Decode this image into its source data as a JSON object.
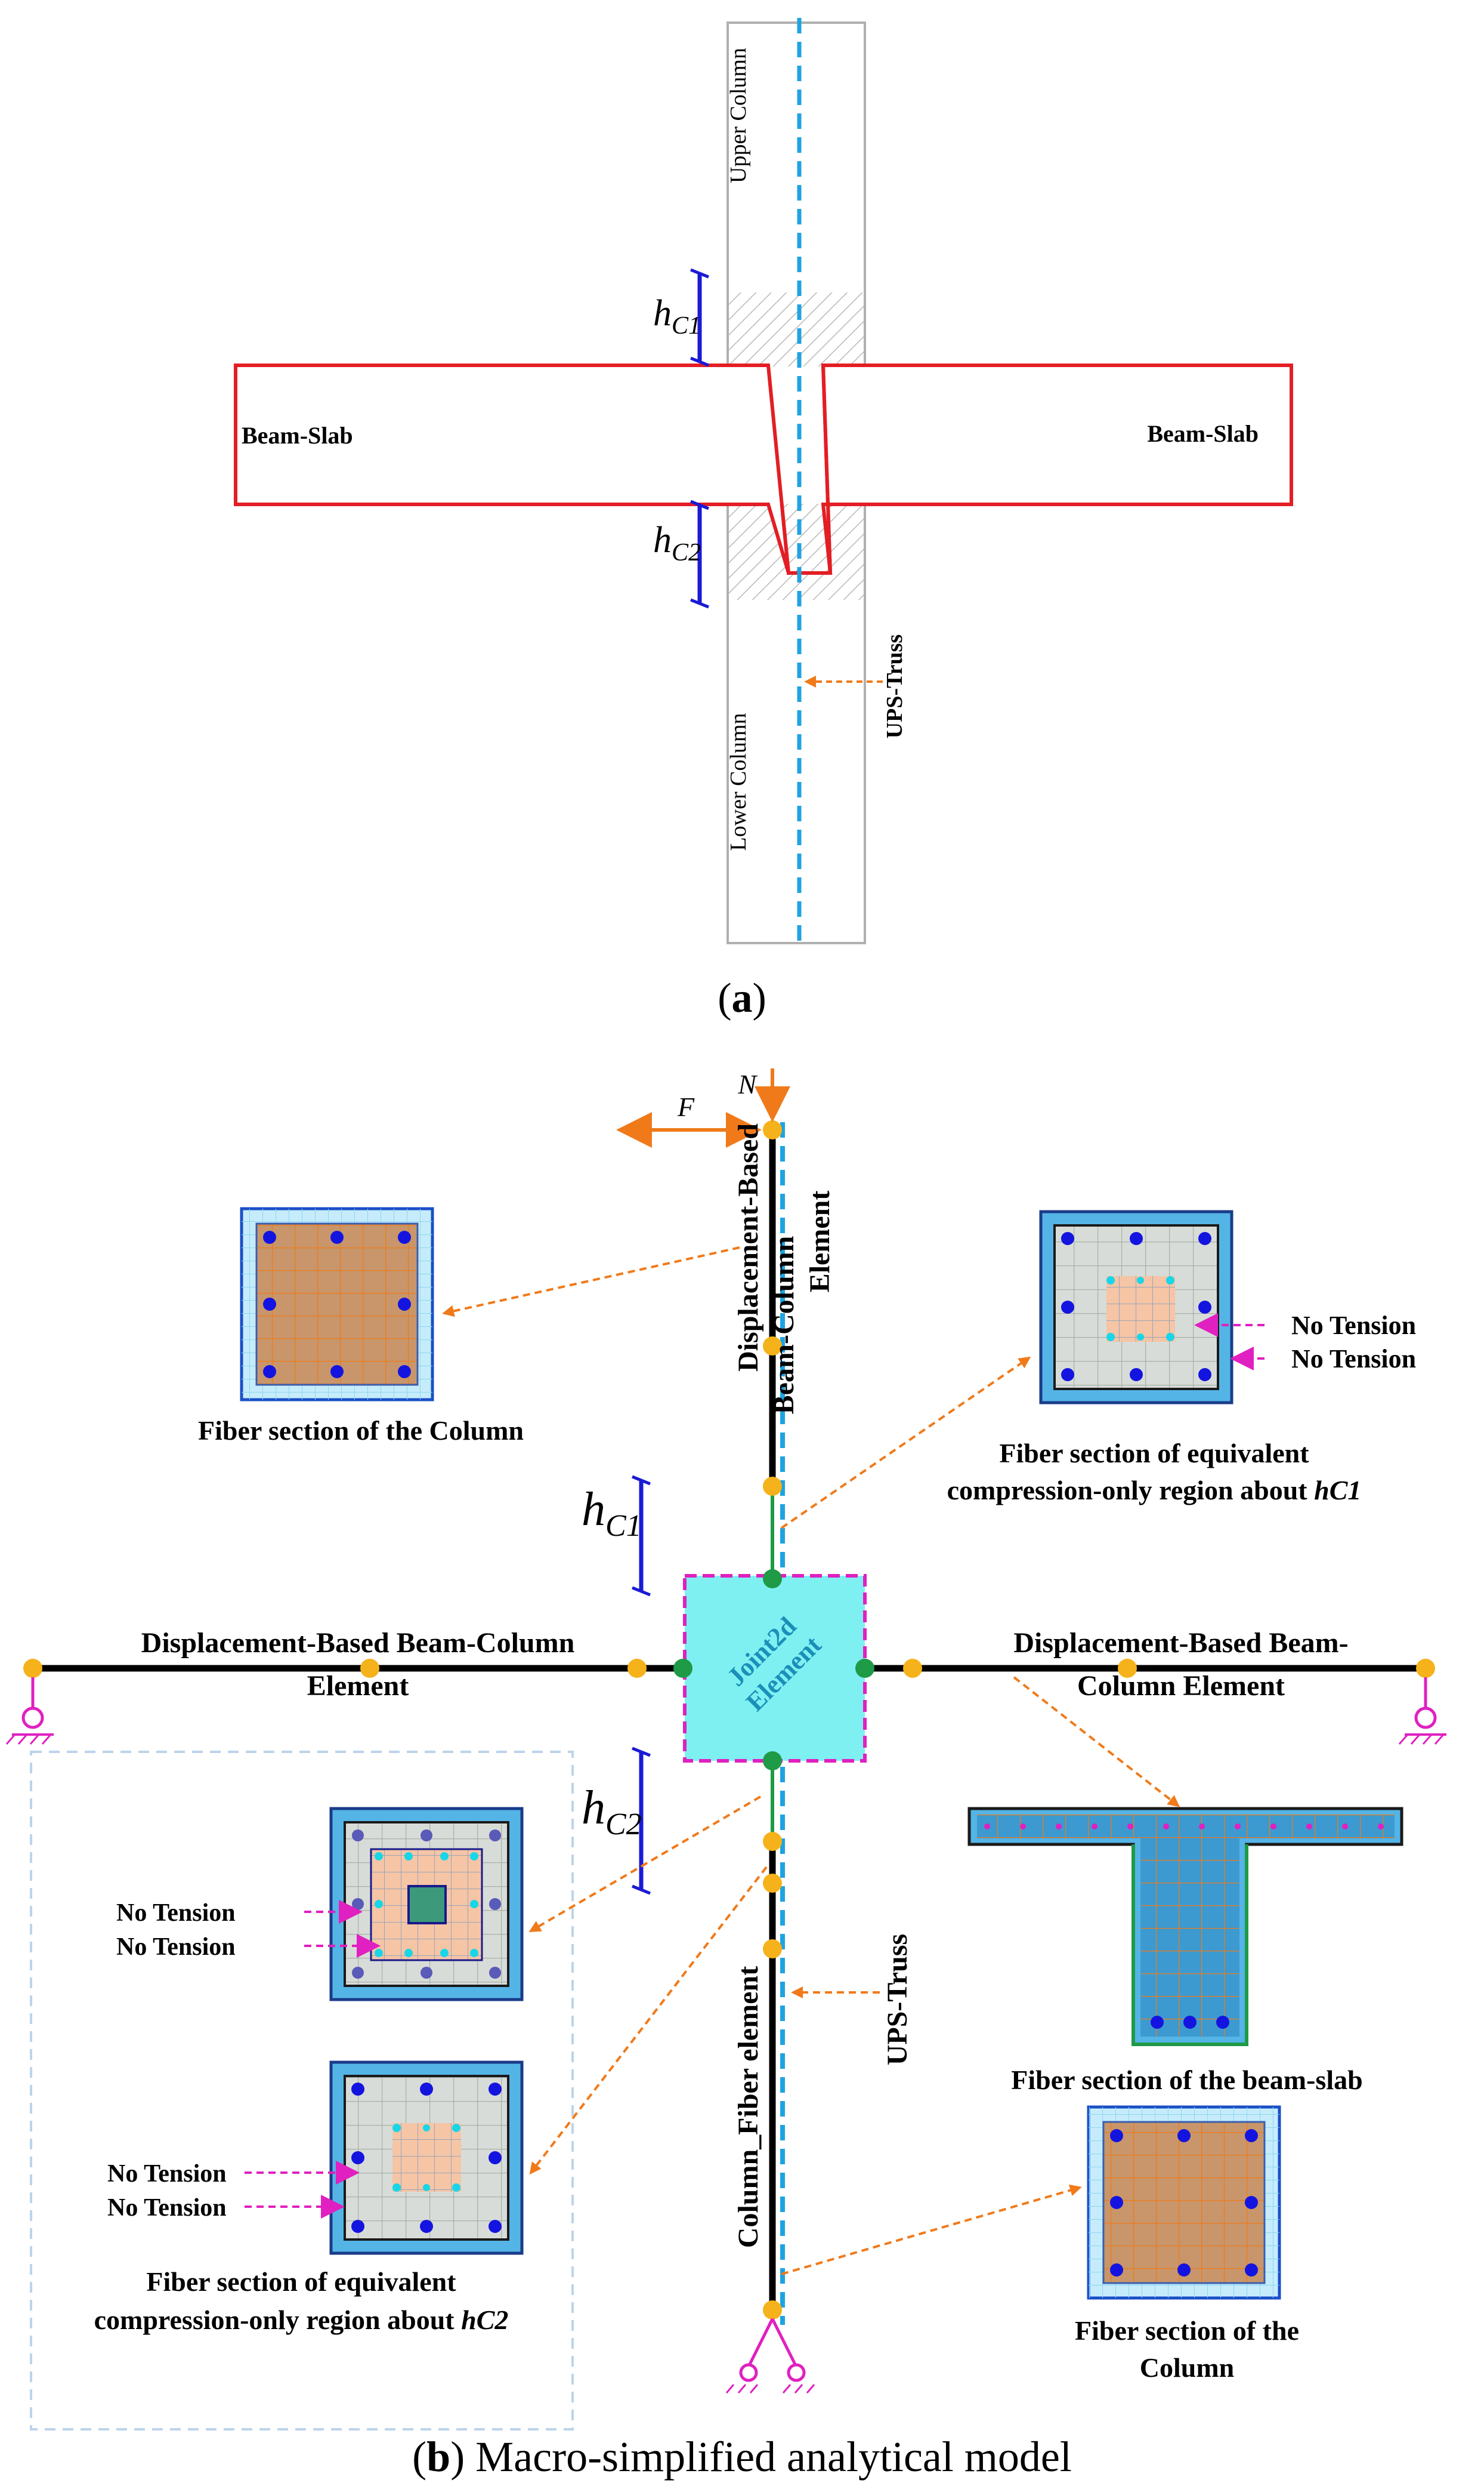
{
  "panel_a": {
    "upper_column": "Upper Column",
    "lower_column": "Lower Column",
    "beam_slab_left": "Beam-Slab",
    "beam_slab_right": "Beam-Slab",
    "ups_truss": "UPS-Truss",
    "hc1_base": "h",
    "hc1_sub": "C1",
    "hc2_base": "h",
    "hc2_sub": "C2",
    "caption_open": "(",
    "caption_letter": "a",
    "caption_close": ")"
  },
  "panel_b": {
    "load_n": "N",
    "load_f": "F",
    "upper_element_line1": "Displacement-Based",
    "upper_element_line2": "Beam-Column",
    "upper_element_line3": "Element",
    "fiber_column_top": "Fiber section of the Column",
    "fiber_hc1_line1": "Fiber section of equivalent",
    "fiber_hc1_line2": "compression-only region about ",
    "fiber_hc1_sym": "hC1",
    "no_tension": "No Tension",
    "hc1_base": "h",
    "hc1_sub": "C1",
    "hc2_base": "h",
    "hc2_sub": "C2",
    "left_beam_line1": "Displacement-Based Beam-Column",
    "left_beam_line2": "Element",
    "right_beam_line1": "Displacement-Based Beam-",
    "right_beam_line2": "Column Element",
    "joint_line1": "Joint2d",
    "joint_line2": "Element",
    "fiber_beam_slab": "Fiber section of the beam-slab",
    "ups_truss": "UPS-Truss",
    "column_fiber_element": "Column_Fiber element",
    "fiber_hc2_line1": "Fiber section of equivalent",
    "fiber_hc2_line2": "compression-only region about ",
    "fiber_hc2_sym": "hC2",
    "fiber_column_bottom_line1": "Fiber section of the",
    "fiber_column_bottom_line2": "Column",
    "caption_open": "(",
    "caption_letter": "b",
    "caption_rest": ") Macro-simplified analytical model"
  },
  "colors": {
    "beam_outline": "#e31e24",
    "dimension": "#1a1ad6",
    "truss": "#1fa3e0",
    "arrow": "#f07a1a",
    "node_orange": "#f5b21a",
    "node_green": "#1f9a46",
    "joint_fill": "#7ff0f2",
    "joint_border": "#e020c0",
    "support": "#e020c0",
    "concrete": "#c8966a",
    "cover": "#54b4e6"
  }
}
